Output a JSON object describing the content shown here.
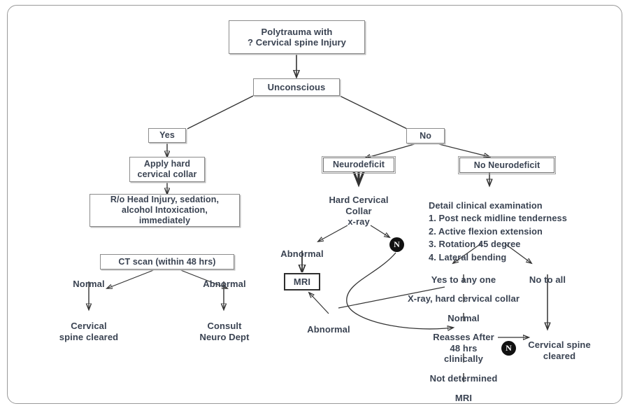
{
  "diagram": {
    "title": "Cervical spine clearance in polytrauma flowchart",
    "text_color": "#3a4352",
    "line_color": "#333333",
    "frame_color": "#9a9a9a"
  },
  "nodes": {
    "root": "Polytrauma with\n? Cervical spine Injury",
    "unconscious": "Unconscious",
    "yes": "Yes",
    "no": "No",
    "apply_collar": "Apply hard\ncervical collar",
    "ro_head_injury": "R/o Head Injury, sedation,\nalcohol Intoxication,\nimmediately",
    "ct_scan": "CT scan (within 48 hrs)",
    "ct_normal": "Normal",
    "ct_abnormal": "Abnormal",
    "ct_normal_result": "Cervical\nspine cleared",
    "ct_abnormal_result": "Consult\nNeuro Dept",
    "neurodeficit": "Neurodeficit",
    "hard_collar_xray": "Hard Cervical\nCollar\nx-ray",
    "xray_abnormal": "Abnormal",
    "mri": "MRI",
    "mri_abnormal": "Abnormal",
    "no_neurodeficit": "No Neurodeficit",
    "detail_exam": "Detail clinical examination\n1. Post neck midline tenderness\n2. Active flexion extension\n3. Rotation 45 degree\n4. Lateral bending",
    "yes_any_one": "Yes to any one",
    "no_to_all": "No to all",
    "xray_hard_collar": "X-ray, hard cervical collar",
    "normal": "Normal",
    "reasses": "Reasses After\n48 hrs\nclinically",
    "not_determined": "Not determined",
    "final_mri": "MRI",
    "cleared_right": "Cervical spine\ncleared",
    "n_badge_1": "N",
    "n_badge_2": "N"
  }
}
